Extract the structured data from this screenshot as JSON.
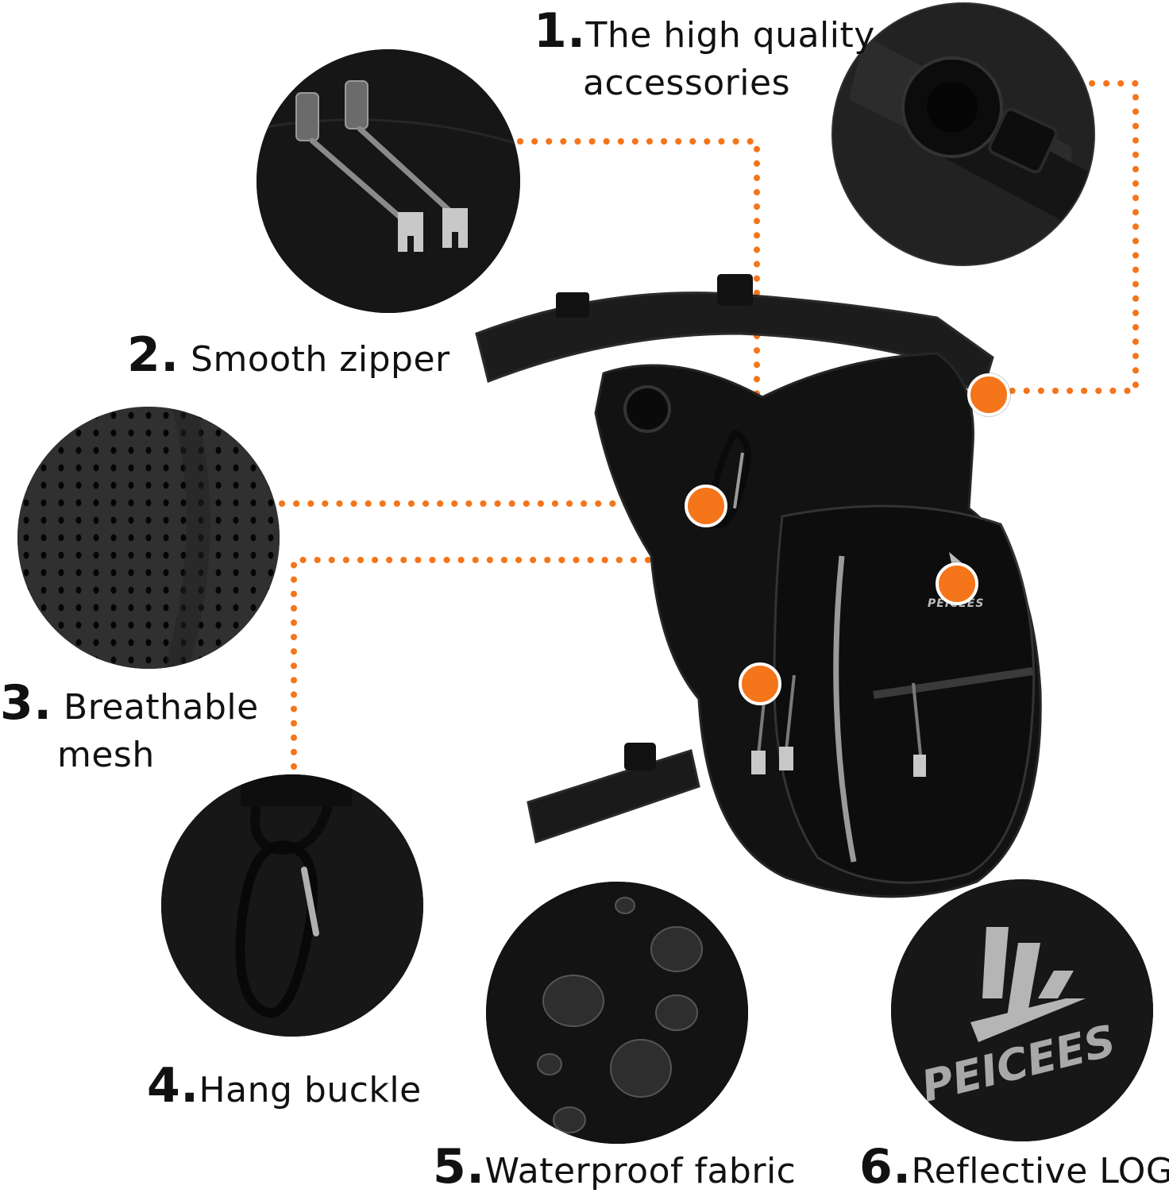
{
  "features": [
    {
      "number": "1.",
      "text_line1": "The high quality",
      "text_line2": "accessories"
    },
    {
      "number": "2.",
      "text_line1": "Smooth zipper"
    },
    {
      "number": "3.",
      "text_line1": "Breathable",
      "text_line2": "mesh"
    },
    {
      "number": "4.",
      "text_line1": "Hang buckle"
    },
    {
      "number": "5.",
      "text_line1": "Waterproof fabric"
    },
    {
      "number": "6.",
      "text_line1": "Reflective LOGO"
    }
  ],
  "brand": {
    "logo_text": "PEICEES"
  },
  "colors": {
    "accent": "#f4751a",
    "bag": "#111111",
    "reflective": "#9a9a9a"
  }
}
